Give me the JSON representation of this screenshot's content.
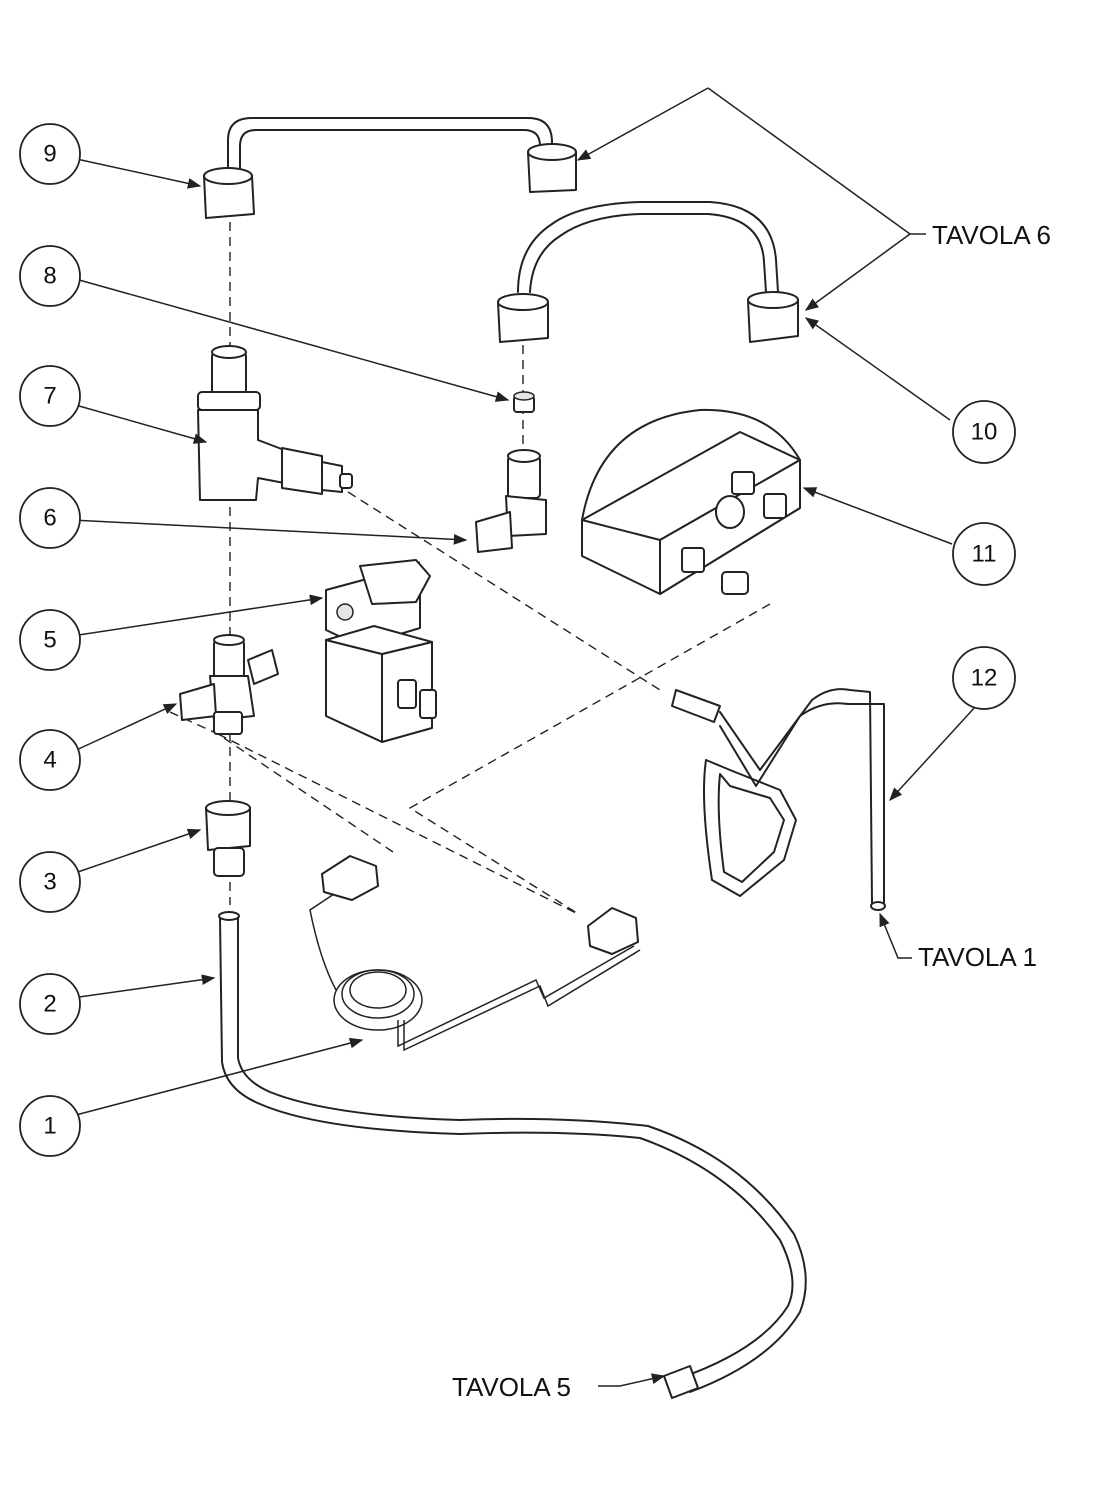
{
  "callouts": {
    "c1": "1",
    "c2": "2",
    "c3": "3",
    "c4": "4",
    "c5": "5",
    "c6": "6",
    "c7": "7",
    "c8": "8",
    "c9": "9",
    "c10": "10",
    "c11": "11",
    "c12": "12"
  },
  "references": {
    "tavola6": "TAVOLA 6",
    "tavola1": "TAVOLA 1",
    "tavola5": "TAVOLA 5"
  }
}
